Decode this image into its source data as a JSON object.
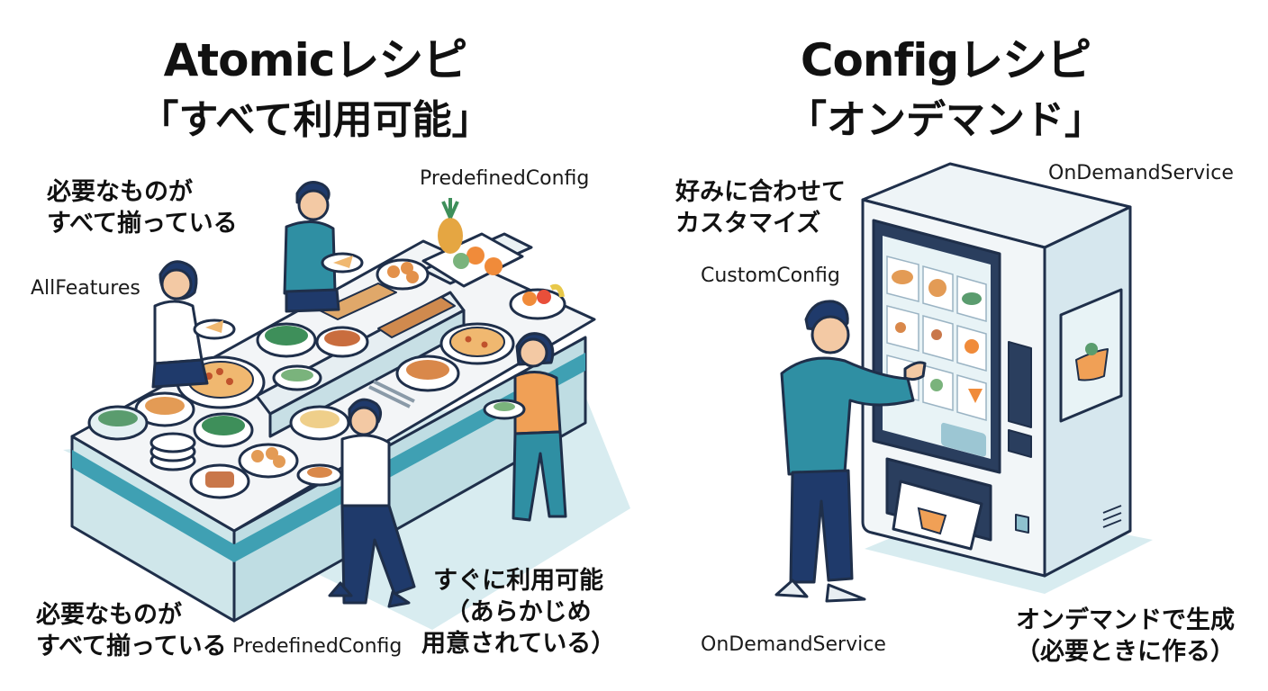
{
  "left": {
    "title": "Atomicレシピ",
    "subtitle": "「すべて利用可能」",
    "top_note": [
      "必要なものが",
      "すべて揃っている"
    ],
    "label_allfeatures": "AllFeatures",
    "label_predefined_top": "PredefinedConfig",
    "bottom_note": [
      "必要なものが",
      "すべて揃っている"
    ],
    "label_predefined_bottom": "PredefinedConfig",
    "ready_note": [
      "すぐに利用可能",
      "（あらかじめ",
      "用意されている）"
    ]
  },
  "right": {
    "title": "Configレシピ",
    "subtitle": "「オンデマンド」",
    "top_note": [
      "好みに合わせて",
      "カスタマイズ"
    ],
    "label_customconfig": "CustomConfig",
    "label_service_top": "OnDemandService",
    "label_service_bottom": "OnDemandService",
    "bottom_note": [
      "オンデマンドで生成",
      "（必要ときに作る）"
    ]
  },
  "colors": {
    "outline": "#1f2f4a",
    "counter_top": "#f3f5f7",
    "counter_side": "#cfe6ea",
    "counter_stripe": "#3fa0b3",
    "shirt_teal": "#2f8fa3",
    "pants_navy": "#1f3a6b",
    "orange": "#f0a056",
    "machine_body": "#f2f6f8",
    "machine_side": "#d6e7ee",
    "screen_dark": "#2a3e5e",
    "screen_light": "#e8f3f6"
  },
  "icons": [
    "buffet-counter",
    "people",
    "vending-machine",
    "touch-screen",
    "food-items"
  ]
}
